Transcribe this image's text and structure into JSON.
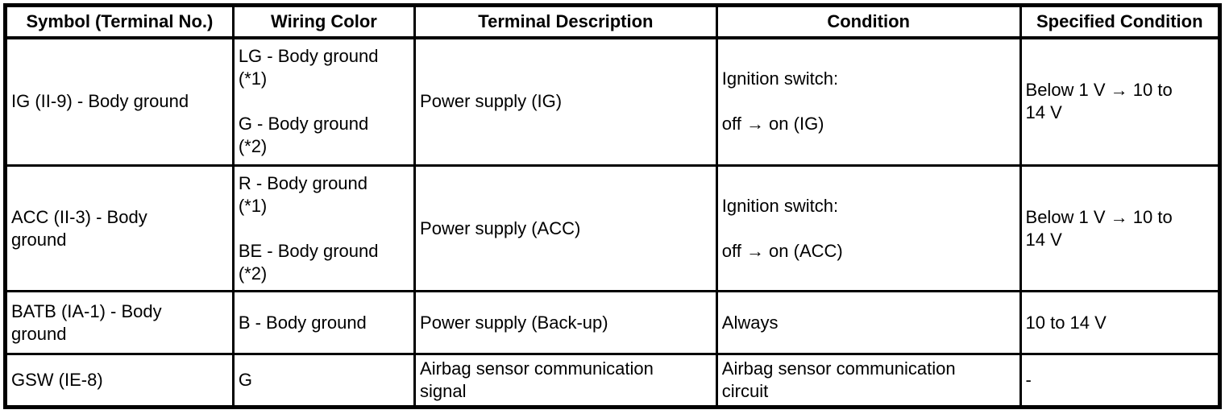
{
  "table": {
    "columns": {
      "symbol": "Symbol (Terminal No.)",
      "wiring": "Wiring Color",
      "description": "Terminal Description",
      "condition": "Condition",
      "specified": "Specified Condition"
    },
    "rows": [
      {
        "symbol": "IG (II-9) - Body ground",
        "wiring": "LG - Body ground\n(*1)\n\nG - Body ground\n(*2)",
        "description": "Power supply (IG)",
        "condition": "Ignition switch:\n\noff → on (IG)",
        "specified": "Below 1 V → 10 to\n14 V"
      },
      {
        "symbol": "ACC (II-3) - Body\nground",
        "wiring": "R - Body ground\n(*1)\n\nBE - Body ground\n(*2)",
        "description": "Power supply (ACC)",
        "condition": "Ignition switch:\n\noff → on (ACC)",
        "specified": "Below 1 V → 10 to\n14 V"
      },
      {
        "symbol": "BATB (IA-1) - Body\nground",
        "wiring": "B - Body ground",
        "description": "Power supply (Back-up)",
        "condition": "Always",
        "specified": "10 to 14 V"
      },
      {
        "symbol": "GSW (IE-8)",
        "wiring": "G",
        "description": "Airbag sensor communication\nsignal",
        "condition": "Airbag sensor communication\ncircuit",
        "specified": "-"
      }
    ],
    "colors": {
      "border": "#000000",
      "text": "#000000",
      "background": "#ffffff"
    }
  }
}
